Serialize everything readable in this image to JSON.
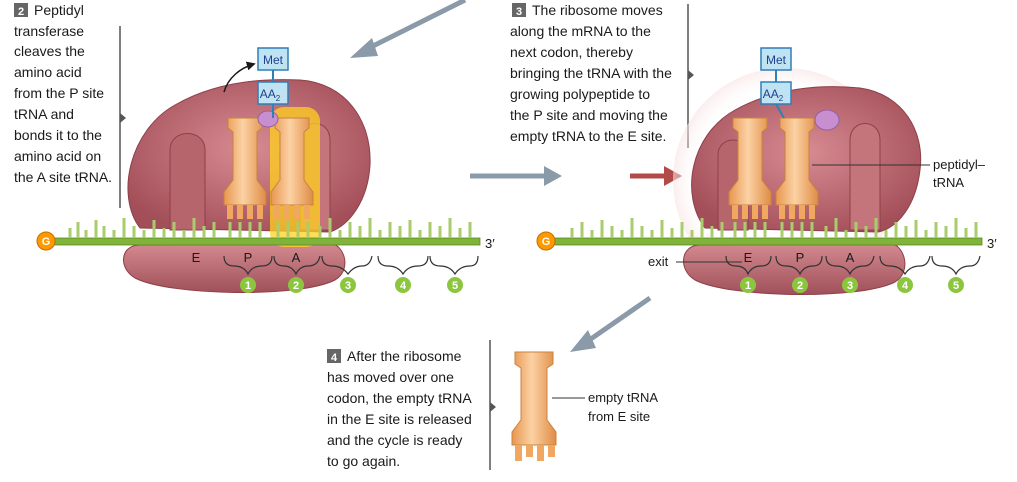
{
  "step2": {
    "number": "2",
    "lines": [
      "Peptidyl",
      "transferase",
      "cleaves the",
      "amino acid",
      "from the P site",
      "tRNA and",
      "bonds it to the",
      "amino acid on",
      "the A site tRNA."
    ]
  },
  "step3": {
    "number": "3",
    "lines": [
      "The ribosome moves",
      "along the mRNA to the",
      "next codon, thereby",
      "bringing the tRNA with the",
      "growing polypeptide to",
      "the P site and moving the",
      "empty tRNA to the E site."
    ]
  },
  "step4": {
    "number": "4",
    "lines": [
      "After the ribosome",
      "has moved over one",
      "codon, the empty tRNA",
      "in the E site is released",
      "and the cycle is ready",
      "to go again."
    ]
  },
  "labels": {
    "met": "Met",
    "aa2_main": "AA",
    "aa2_sub": "2",
    "g_cap": "G",
    "three_prime": "3′",
    "exit": "exit",
    "peptidyl_trna_line1": "peptidyl–",
    "peptidyl_trna_line2": "tRNA",
    "empty_trna_line1": "empty tRNA",
    "empty_trna_line2": "from E site"
  },
  "sites_left": [
    "E",
    "P",
    "A"
  ],
  "sites_right": [
    "E",
    "P",
    "A"
  ],
  "codons": [
    "1",
    "2",
    "3",
    "4",
    "5"
  ],
  "colors": {
    "ribosome": "#b9636b",
    "ribosome_dark": "#8e3f48",
    "trna": "#f2b27a",
    "trna_dark": "#c9823e",
    "mrna": "#7fb33a",
    "codon_circle": "#8cc63e",
    "g_circle": "#ff9900",
    "met_box": "#bfe3f2",
    "box_border": "#2f7fb8",
    "aa_purple": "#c78fd0",
    "arrow_gray": "#7f95a6",
    "arrow_red": "#b24a4a",
    "highlight_yellow": "#ffd21f"
  }
}
